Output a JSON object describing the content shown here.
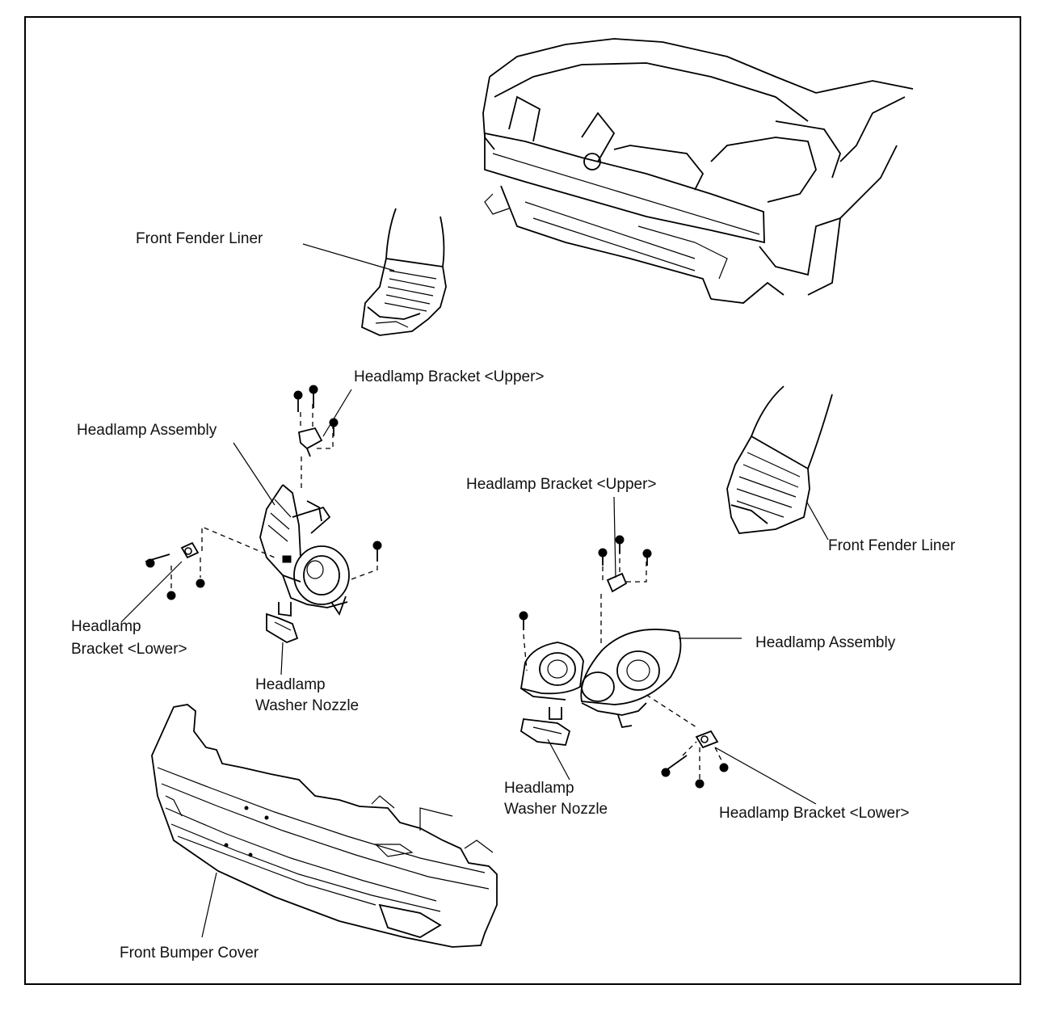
{
  "labels": {
    "front_fender_liner_left": "Front Fender Liner",
    "headlamp_bracket_upper_left": "Headlamp Bracket <Upper>",
    "headlamp_assembly_left": "Headlamp Assembly",
    "headlamp_bracket_lower_left_line1": "Headlamp",
    "headlamp_bracket_lower_left_line2": "Bracket <Lower>",
    "washer_nozzle_left_line1": "Headlamp",
    "washer_nozzle_left_line2": "Washer Nozzle",
    "headlamp_bracket_upper_right": "Headlamp Bracket <Upper>",
    "front_fender_liner_right": "Front Fender Liner",
    "headlamp_assembly_right": "Headlamp Assembly",
    "washer_nozzle_right_line1": "Headlamp",
    "washer_nozzle_right_line2": "Washer Nozzle",
    "headlamp_bracket_lower_right": "Headlamp Bracket <Lower>",
    "front_bumper_cover": "Front Bumper Cover"
  }
}
